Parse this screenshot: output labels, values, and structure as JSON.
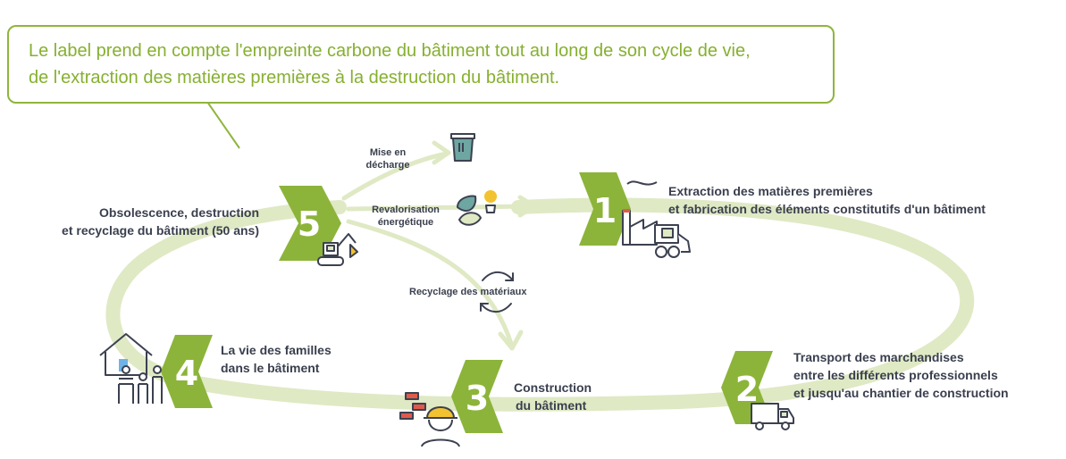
{
  "callout": {
    "line1": "Le label prend en compte l'empreinte carbone du bâtiment tout au long de son cycle de vie,",
    "line2": "de l'extraction des matières premières à la destruction du bâtiment."
  },
  "steps": [
    {
      "number": "1",
      "line1": "Extraction des matières premières",
      "line2": "et fabrication des éléments constitutifs d'un bâtiment",
      "icon": "factory-bulldozer-icon"
    },
    {
      "number": "2",
      "line1": "Transport des marchandises",
      "line2": "entre les différents professionnels",
      "line3": "et jusqu'au chantier de construction",
      "icon": "truck-icon"
    },
    {
      "number": "3",
      "line1": "Construction",
      "line2": "du bâtiment",
      "icon": "construction-worker-icon"
    },
    {
      "number": "4",
      "line1": "La vie des familles",
      "line2": "dans le bâtiment",
      "icon": "family-house-icon"
    },
    {
      "number": "5",
      "line1": "Obsolescence, destruction",
      "line2": "et recyclage du bâtiment (50 ans)",
      "icon": "excavator-icon"
    }
  ],
  "endoflife": {
    "landfill_line1": "Mise en",
    "landfill_line2": "décharge",
    "energy_line1": "Revalorisation",
    "energy_line2": "énergétique",
    "recycling": "Recyclage des matériaux"
  },
  "colors": {
    "accent": "#8cb43a",
    "ring": "#dfe9c4",
    "text": "#3a3f4e",
    "icon_line": "#3c4150"
  }
}
